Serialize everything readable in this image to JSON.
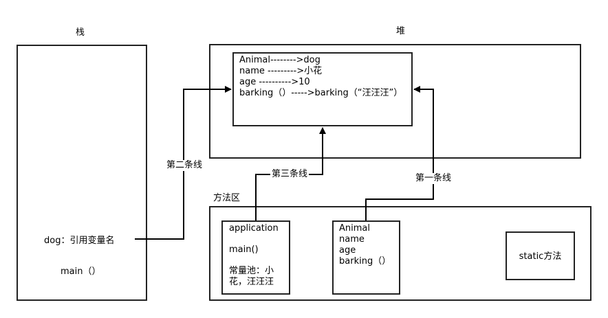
{
  "stack": {
    "title": "栈",
    "dog_ref": "dog：引用变量名",
    "main": "main（）"
  },
  "heap": {
    "title": "堆",
    "object": {
      "lines": [
        "Animal-------->dog",
        "name  --------->小花",
        "age     ---------->10",
        "barking（）----->barking（“汪汪汪”）"
      ]
    }
  },
  "method_area": {
    "title": "方法区",
    "application_box": {
      "name": "application",
      "main": "main()",
      "pool_line1": "常量池：小",
      "pool_line2": "花，汪汪汪"
    },
    "animal_box": {
      "lines": [
        "Animal",
        "name",
        "age",
        "barking（）"
      ]
    },
    "static_box": "static方法"
  },
  "connectors": {
    "first": "第一条线",
    "second": "第二条线",
    "third": "第三条线"
  }
}
